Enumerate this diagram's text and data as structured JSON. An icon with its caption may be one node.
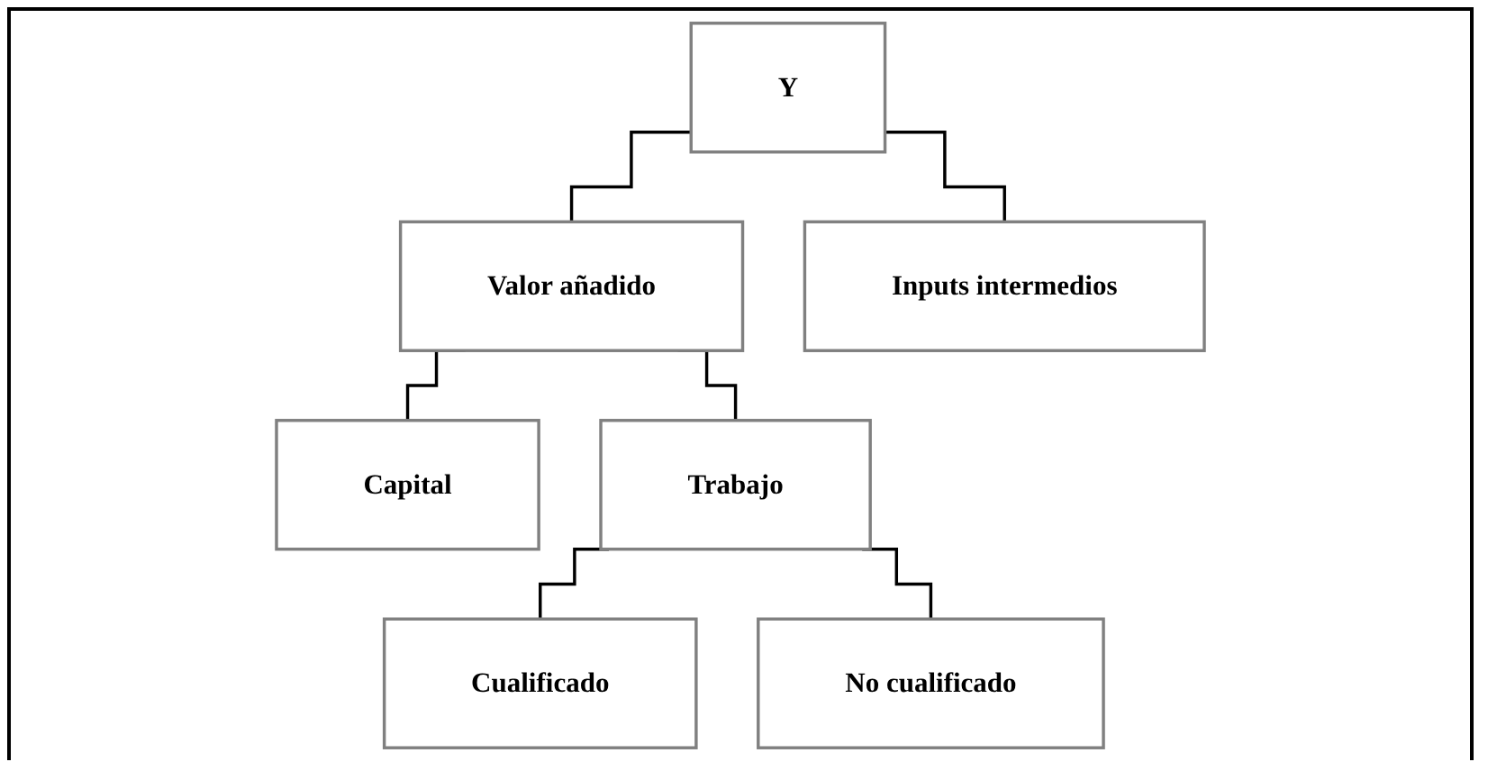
{
  "diagram": {
    "nodes": [
      {
        "text": [
          "Y"
        ]
      },
      {
        "text": [
          "Valor añadido"
        ]
      },
      {
        "text": [
          "Inputs intermedios"
        ]
      },
      {
        "text": [
          "Capital"
        ]
      },
      {
        "text": [
          "Trabajo"
        ]
      },
      {
        "text": [
          "Cualificado"
        ]
      },
      {
        "text": [
          "No cualificado"
        ]
      }
    ],
    "edges": [
      {
        "from": 0,
        "to": 1,
        "arrow": "none"
      },
      {
        "from": 0,
        "to": 2,
        "arrow": "none"
      },
      {
        "from": 1,
        "to": 3,
        "arrow": "none"
      },
      {
        "from": 1,
        "to": 4,
        "arrow": "none"
      },
      {
        "from": 4,
        "to": 5,
        "arrow": "none"
      },
      {
        "from": 4,
        "to": 6,
        "arrow": "none"
      }
    ]
  }
}
